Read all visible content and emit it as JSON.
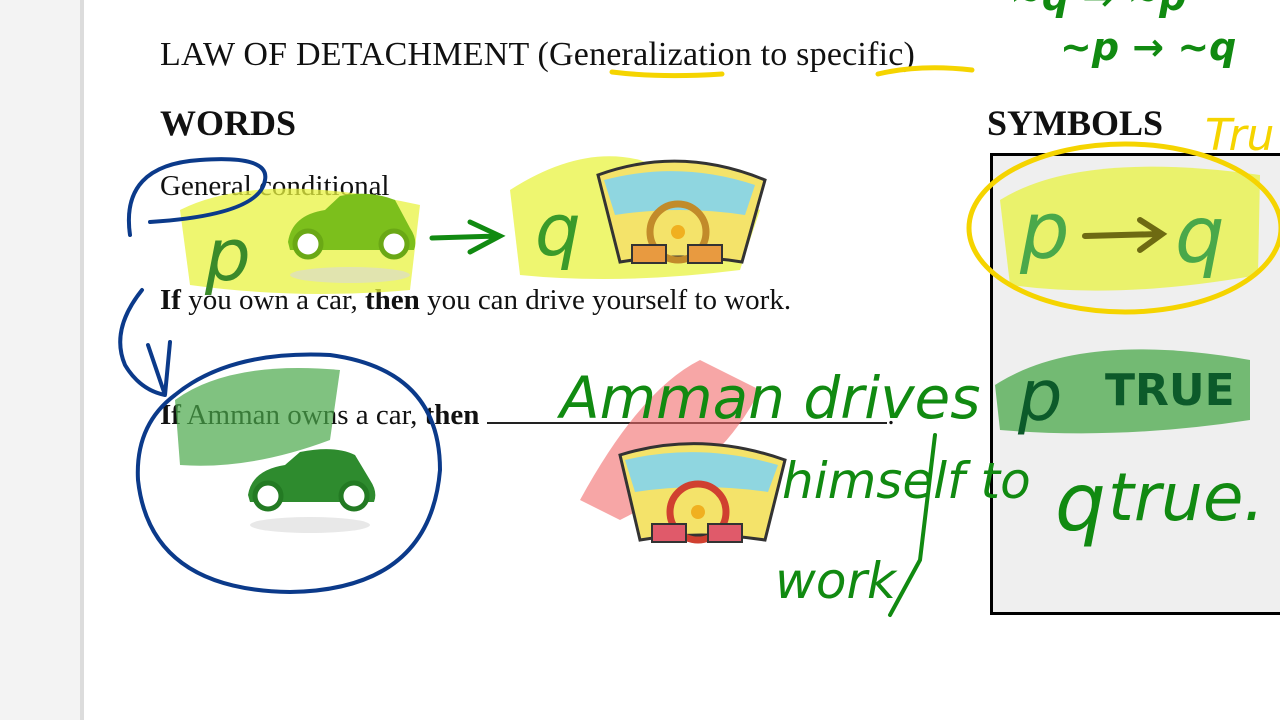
{
  "document": {
    "title": "LAW OF DETACHMENT (Generalization to specific)",
    "words_heading": "WORDS",
    "symbols_heading": "SYMBOLS",
    "general_label": "General conditional",
    "sentence1": {
      "if": "If",
      "mid": " you own a car, ",
      "then": "then",
      "end": " you can drive yourself to work."
    },
    "sentence2": {
      "if": "If",
      "mid": " Amman owns a car, ",
      "then": "then",
      "end": "."
    }
  },
  "annotations": {
    "top_right_line1": "~q → ~p",
    "top_right_line2": "~p → ~q",
    "true_partial": "Tru",
    "diagram_p": "p",
    "diagram_q": "q",
    "symbol_p": "p",
    "symbol_q": "q",
    "p_true_label": "TRUE",
    "q_true_label": "true.",
    "handwritten_answer_1": "Amman drives",
    "handwritten_answer_2": "himself to",
    "handwritten_answer_3": "work"
  },
  "colors": {
    "ink_green": "#118a11",
    "ink_blue": "#0b3a8a",
    "highlight_yellow": "#e8f340",
    "highlight_gold": "#f5d400",
    "highlight_green": "#4aa84a",
    "highlight_red": "#f26b6b"
  },
  "icons": {
    "car": "car-icon",
    "steering": "steering-wheel-icon"
  }
}
